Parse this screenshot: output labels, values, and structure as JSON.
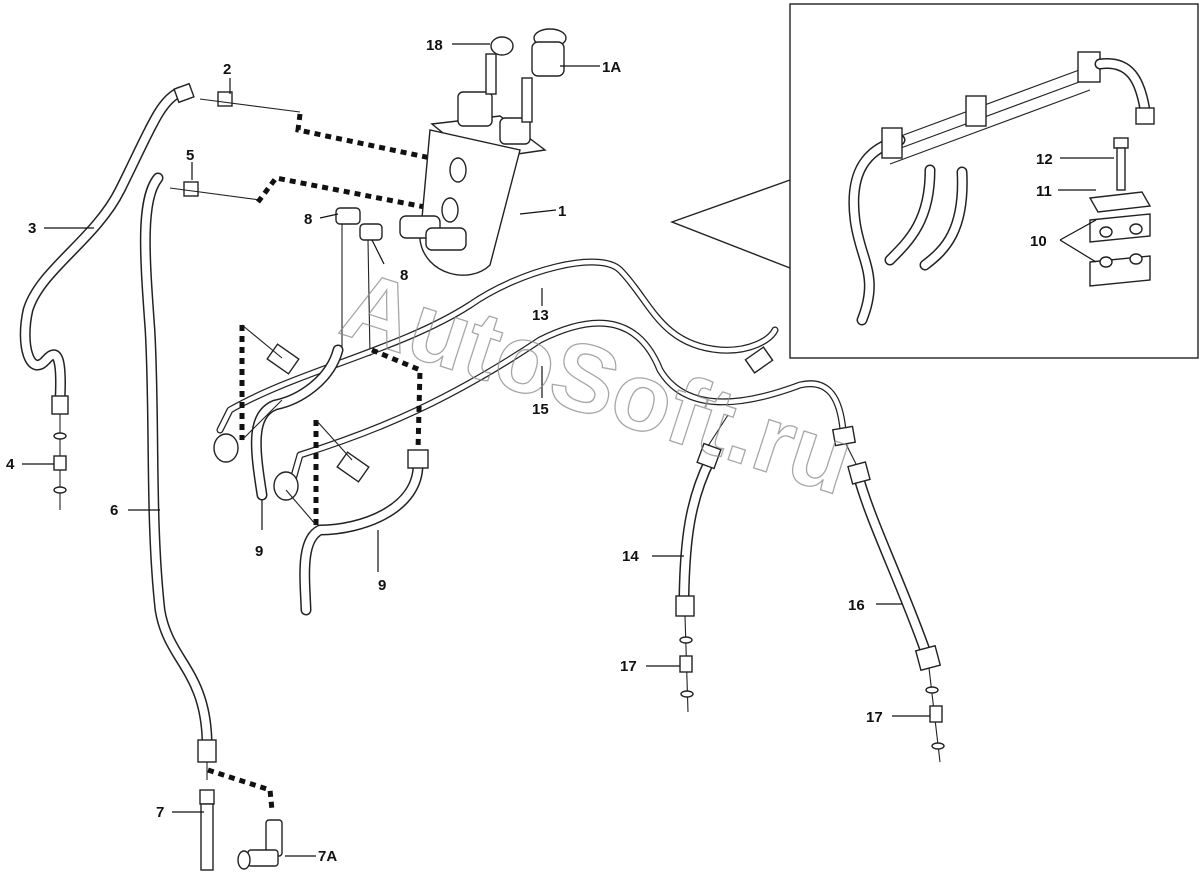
{
  "watermark": "AutoSoft.ru",
  "labels": {
    "l1": "1",
    "l1a": "1A",
    "l2": "2",
    "l3": "3",
    "l4": "4",
    "l5": "5",
    "l6": "6",
    "l7": "7",
    "l7a": "7A",
    "l8a": "8",
    "l8b": "8",
    "l9a": "9",
    "l9b": "9",
    "l10": "10",
    "l11": "11",
    "l12": "12",
    "l13": "13",
    "l14": "14",
    "l15": "15",
    "l16": "16",
    "l17a": "17",
    "l17b": "17",
    "l18": "18"
  }
}
